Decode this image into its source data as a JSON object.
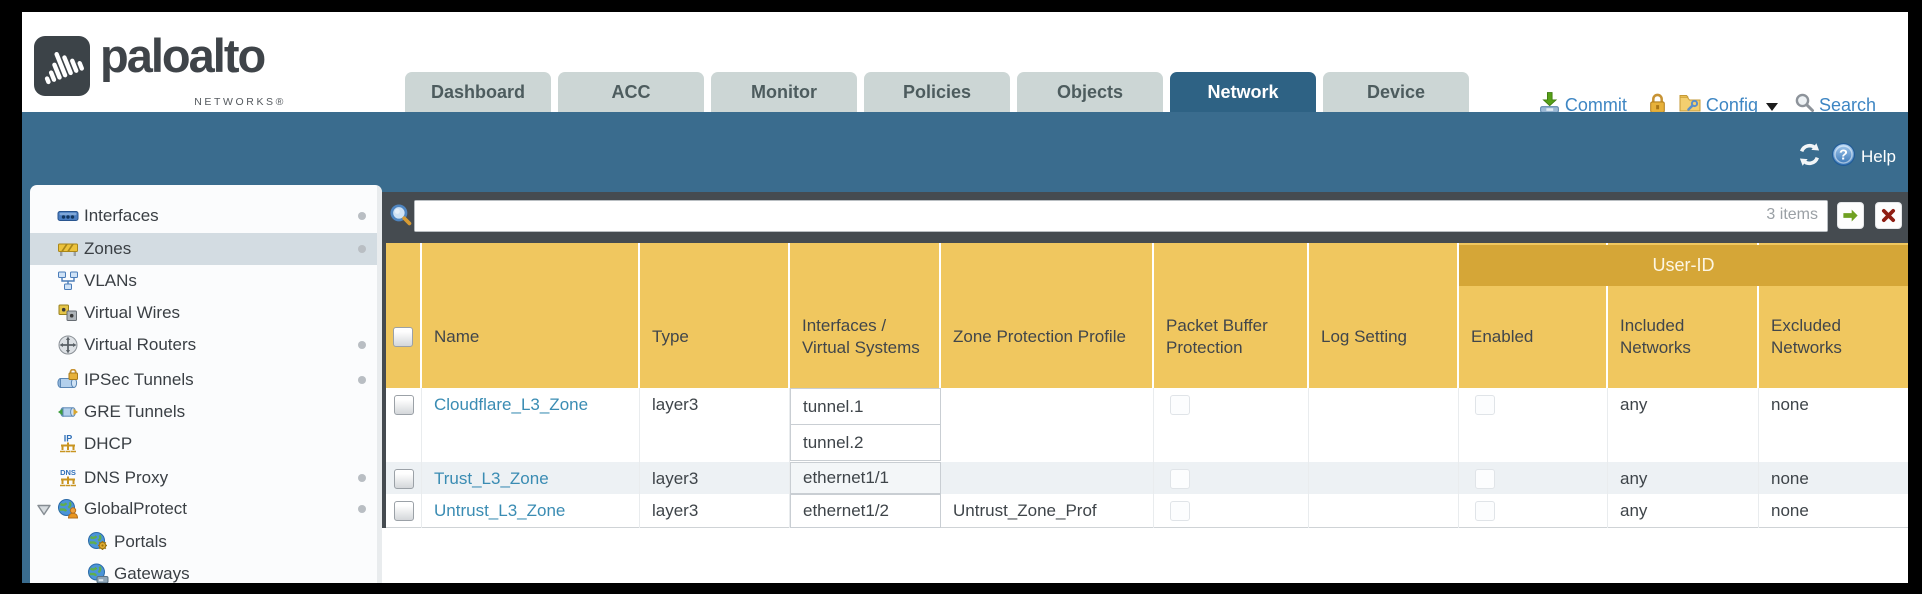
{
  "theme": {
    "teal": "#3a6c8e",
    "tab_active": "#2e6284",
    "dark": "#454b50",
    "gold": "#f0c75f",
    "band": "#d5a637",
    "link": "#3a8cb3"
  },
  "brand": {
    "name": "paloalto",
    "sub": "NETWORKS®"
  },
  "nav": {
    "tabs": [
      {
        "label": "Dashboard",
        "active": false
      },
      {
        "label": "ACC",
        "active": false
      },
      {
        "label": "Monitor",
        "active": false
      },
      {
        "label": "Policies",
        "active": false
      },
      {
        "label": "Objects",
        "active": false
      },
      {
        "label": "Network",
        "active": true
      },
      {
        "label": "Device",
        "active": false
      }
    ]
  },
  "actions": {
    "commit": "Commit",
    "config": "Config",
    "search": "Search",
    "help": "Help"
  },
  "sidebar": {
    "items": [
      {
        "label": "Interfaces",
        "icon": "interfaces-icon",
        "dot": true,
        "selected": false,
        "indent": false,
        "expander": false
      },
      {
        "label": "Zones",
        "icon": "zones-icon",
        "dot": true,
        "selected": true,
        "indent": false,
        "expander": false
      },
      {
        "label": "VLANs",
        "icon": "vlans-icon",
        "dot": false,
        "selected": false,
        "indent": false,
        "expander": false
      },
      {
        "label": "Virtual Wires",
        "icon": "virtual-wires-icon",
        "dot": false,
        "selected": false,
        "indent": false,
        "expander": false
      },
      {
        "label": "Virtual Routers",
        "icon": "virtual-routers-icon",
        "dot": true,
        "selected": false,
        "indent": false,
        "expander": false
      },
      {
        "label": "IPSec Tunnels",
        "icon": "ipsec-tunnels-icon",
        "dot": true,
        "selected": false,
        "indent": false,
        "expander": false
      },
      {
        "label": "GRE Tunnels",
        "icon": "gre-tunnels-icon",
        "dot": false,
        "selected": false,
        "indent": false,
        "expander": false
      },
      {
        "label": "DHCP",
        "icon": "dhcp-icon",
        "dot": false,
        "selected": false,
        "indent": false,
        "expander": false
      },
      {
        "label": "DNS Proxy",
        "icon": "dns-proxy-icon",
        "dot": true,
        "selected": false,
        "indent": false,
        "expander": false
      },
      {
        "label": "GlobalProtect",
        "icon": "globalprotect-icon",
        "dot": true,
        "selected": false,
        "indent": false,
        "expander": true
      },
      {
        "label": "Portals",
        "icon": "portals-icon",
        "dot": false,
        "selected": false,
        "indent": true,
        "expander": false
      },
      {
        "label": "Gateways",
        "icon": "gateways-icon",
        "dot": false,
        "selected": false,
        "indent": true,
        "expander": false
      }
    ]
  },
  "toolbar": {
    "items_count": "3 items",
    "filter_value": ""
  },
  "table": {
    "group_header": "User-ID",
    "columns": [
      "",
      "Name",
      "Type",
      "Interfaces / Virtual Systems",
      "Zone Protection Profile",
      "Packet Buffer Protection",
      "Log Setting",
      "Enabled",
      "Included Networks",
      "Excluded Networks"
    ],
    "rows": [
      {
        "name": "Cloudflare_L3_Zone",
        "type": "layer3",
        "interfaces": [
          "tunnel.1",
          "tunnel.2"
        ],
        "zone_protection_profile": "",
        "packet_buffer_protection": false,
        "log_setting": "",
        "enabled": false,
        "included_networks": "any",
        "excluded_networks": "none"
      },
      {
        "name": "Trust_L3_Zone",
        "type": "layer3",
        "interfaces": [
          "ethernet1/1"
        ],
        "zone_protection_profile": "",
        "packet_buffer_protection": false,
        "log_setting": "",
        "enabled": false,
        "included_networks": "any",
        "excluded_networks": "none"
      },
      {
        "name": "Untrust_L3_Zone",
        "type": "layer3",
        "interfaces": [
          "ethernet1/2"
        ],
        "zone_protection_profile": "Untrust_Zone_Prof",
        "packet_buffer_protection": false,
        "log_setting": "",
        "enabled": false,
        "included_networks": "any",
        "excluded_networks": "none"
      }
    ]
  }
}
